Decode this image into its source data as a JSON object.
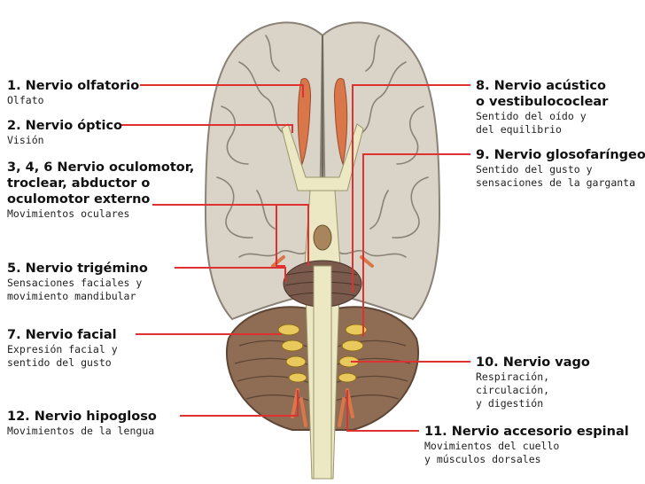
{
  "nerves": [
    {
      "id": "n1",
      "title": "1. Nervio olfatorio",
      "desc": [
        "Olfato"
      ]
    },
    {
      "id": "n2",
      "title": "2. Nervio óptico",
      "desc": [
        "Visión"
      ]
    },
    {
      "id": "n3",
      "title": [
        "3, 4, 6  Nervio oculomotor,",
        "troclear, abductor o",
        "oculomotor externo"
      ],
      "desc": [
        "Movimientos oculares"
      ]
    },
    {
      "id": "n5",
      "title": "5. Nervio trigémino",
      "desc": [
        "Sensaciones faciales y",
        "movimiento mandibular"
      ]
    },
    {
      "id": "n7",
      "title": "7. Nervio facial",
      "desc": [
        "Expresión facial y",
        "sentido del gusto"
      ]
    },
    {
      "id": "n12",
      "title": "12. Nervio hipogloso",
      "desc": [
        "Movimientos de la lengua"
      ]
    },
    {
      "id": "n8",
      "title": [
        "8. Nervio acústico",
        "o vestibulococlear"
      ],
      "desc": [
        "Sentido del oído y",
        "del equilibrio"
      ]
    },
    {
      "id": "n9",
      "title": "9. Nervio glosofaríngeo",
      "desc": [
        "Sentido del gusto  y",
        "sensaciones de la garganta"
      ]
    },
    {
      "id": "n10",
      "title": "10. Nervio vago",
      "desc": [
        "Respiración,",
        "circulación,",
        "y digestión"
      ]
    },
    {
      "id": "n11",
      "title": "11. Nervio accesorio espinal",
      "desc": [
        "Movimientos del cuello",
        "y músculos dorsales"
      ]
    }
  ],
  "colors": {
    "leader": "#e03131",
    "brain": "#d9d3c8",
    "gyri": "#8a8276",
    "cerebellum": "#8f6d55",
    "brainstem": "#ece8c4",
    "nerve": "#d9774a",
    "vertebra": "#e9c95b"
  }
}
